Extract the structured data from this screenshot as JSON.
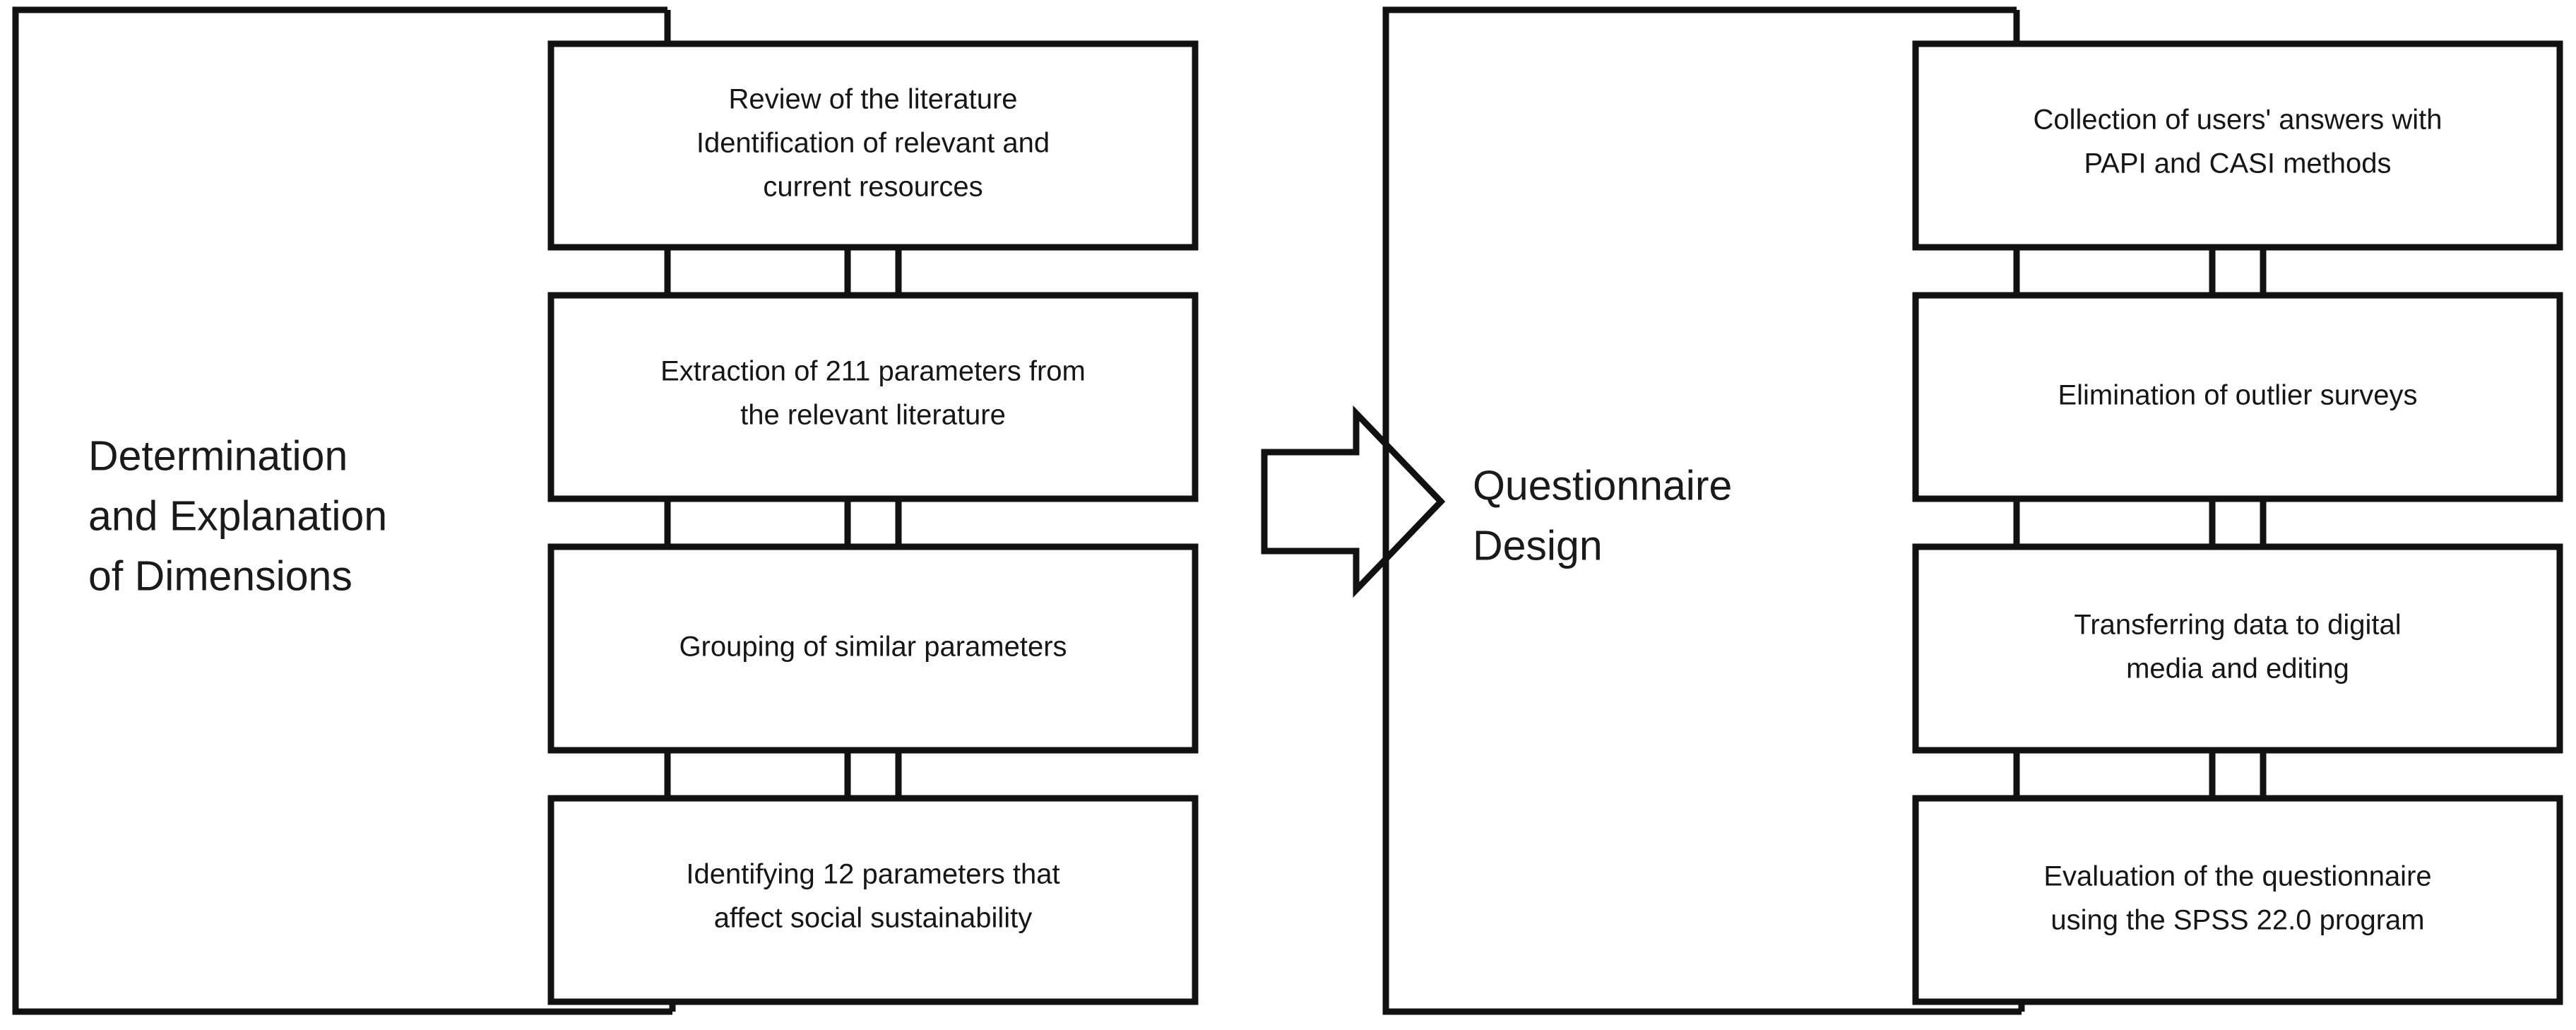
{
  "diagram": {
    "type": "flowchart",
    "title": "Research methodology flow diagram",
    "colors": {
      "stroke": "#111111",
      "fill": "#ffffff",
      "text": "#161616"
    },
    "panels": [
      {
        "id": "panel-left",
        "label_lines": [
          "Determination",
          "and Explanation",
          "of Dimensions"
        ],
        "steps": [
          {
            "id": "step-l1",
            "lines": [
              "Review of the literature",
              "Identification of relevant and",
              "current resources"
            ]
          },
          {
            "id": "step-l2",
            "lines": [
              "Extraction of 211 parameters from",
              "the relevant literature"
            ]
          },
          {
            "id": "step-l3",
            "lines": [
              "Grouping of similar parameters"
            ]
          },
          {
            "id": "step-l4",
            "lines": [
              "Identifying 12 parameters that",
              "affect social sustainability"
            ]
          }
        ]
      },
      {
        "id": "panel-right",
        "label_lines": [
          "Questionnaire",
          "Design"
        ],
        "steps": [
          {
            "id": "step-r1",
            "lines": [
              "Collection of users' answers with",
              "PAPI and CASI methods"
            ]
          },
          {
            "id": "step-r2",
            "lines": [
              "Elimination of outlier surveys"
            ]
          },
          {
            "id": "step-r3",
            "lines": [
              "Transferring data to digital",
              "media and editing"
            ]
          },
          {
            "id": "step-r4",
            "lines": [
              "Evaluation of the questionnaire",
              "using the SPSS 22.0 program"
            ]
          }
        ]
      }
    ],
    "connectors": {
      "stage_arrow": "right-block-arrow",
      "step_arrow": "down-block-arrow",
      "count_left": 3,
      "count_right": 3
    }
  }
}
